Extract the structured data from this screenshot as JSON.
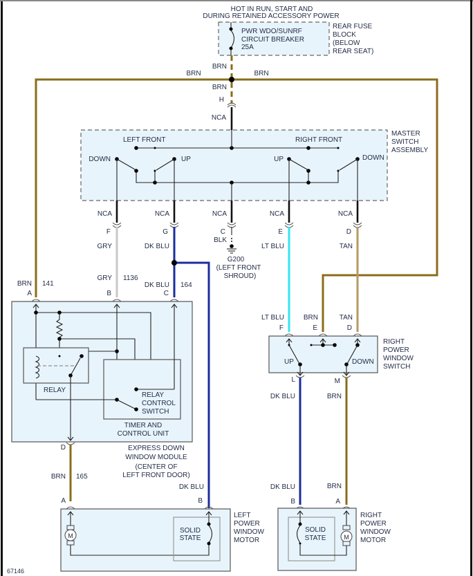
{
  "diagram_id": "67146",
  "colors": {
    "brn": "#8a6d1b",
    "gry": "#c8c8c8",
    "dk_blu": "#1a2e9c",
    "lt_blu": "#33e6f0",
    "tan": "#b59a63",
    "blk": "#111111",
    "component_fill": "#e8f4fb"
  },
  "power": {
    "line1": "HOT IN RUN, START AND",
    "line2": "DURING RETAINED ACCESSORY POWER",
    "breaker_line1": "PWR WDO/SUNRF",
    "breaker_line2": "CIRCUIT BREAKER",
    "breaker_line3": "25A",
    "fuse_block_line1": "REAR FUSE",
    "fuse_block_line2": "BLOCK",
    "fuse_block_line3": "(BELOW",
    "fuse_block_line4": "REAR SEAT)"
  },
  "wires": {
    "brn": "BRN",
    "gry": "GRY",
    "dk_blu": "DK BLU",
    "lt_blu": "LT BLU",
    "tan": "TAN",
    "blk": "BLK",
    "nca": "NCA",
    "c141": "141",
    "c1136": "1136",
    "c164": "164",
    "c165": "165"
  },
  "pins": {
    "A": "A",
    "B": "B",
    "C": "C",
    "D": "D",
    "E": "E",
    "F": "F",
    "G": "G",
    "H": "H",
    "L": "L",
    "M": "M"
  },
  "master_switch": {
    "title_line1": "MASTER",
    "title_line2": "SWITCH",
    "title_line3": "ASSEMBLY",
    "left_front": "LEFT FRONT",
    "right_front": "RIGHT FRONT",
    "down": "DOWN",
    "up": "UP"
  },
  "ground": {
    "id": "G200",
    "loc_line1": "(LEFT FRONT",
    "loc_line2": "SHROUD)"
  },
  "module": {
    "relay": "RELAY",
    "rcs_line1": "RELAY",
    "rcs_line2": "CONTROL",
    "rcs_line3": "SWITCH",
    "timer_line1": "TIMER AND",
    "timer_line2": "CONTROL UNIT",
    "name_line1": "EXPRESS DOWN",
    "name_line2": "WINDOW MODULE",
    "name_line3": "(CENTER OF",
    "name_line4": "LEFT FRONT DOOR)"
  },
  "right_switch": {
    "line1": "RIGHT",
    "line2": "POWER",
    "line3": "WINDOW",
    "line4": "SWITCH",
    "up": "UP",
    "down": "DOWN"
  },
  "left_motor": {
    "line1": "LEFT",
    "line2": "POWER",
    "line3": "WINDOW",
    "line4": "MOTOR",
    "solid1": "SOLID",
    "solid2": "STATE",
    "m": "M"
  },
  "right_motor": {
    "line1": "RIGHT",
    "line2": "POWER",
    "line3": "WINDOW",
    "line4": "MOTOR",
    "solid1": "SOLID",
    "solid2": "STATE",
    "m": "M"
  }
}
